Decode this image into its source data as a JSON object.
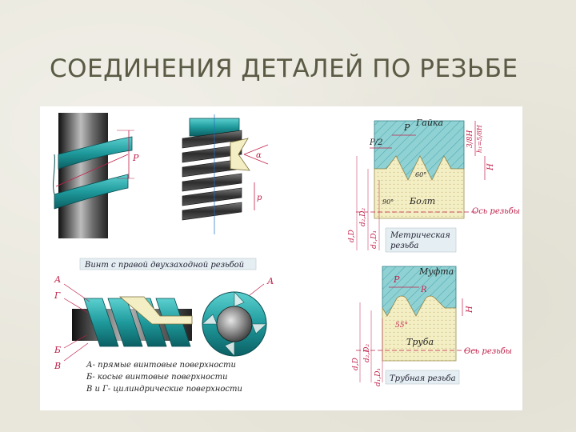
{
  "title": "СОЕДИНЕНИЯ ДЕТАЛЕЙ ПО РЕЗЬБЕ",
  "left": {
    "screw_caption": "Винт с правой двухзаходной резьбой",
    "label_P": "P",
    "label_p": "p",
    "label_alpha": "α",
    "label_A_left": "А",
    "label_G": "Г",
    "label_A_right": "А",
    "label_B": "Б",
    "label_V": "В",
    "legend": [
      "А- прямые винтовые поверхности",
      "Б- косые винтовые поверхности",
      "В и Г- цилиндрические поверхности"
    ]
  },
  "metric": {
    "nut_label": "Гайка",
    "bolt_label": "Болт",
    "axis_label": "Ось резьбы",
    "caption_line1": "Метрическая",
    "caption_line2": "резьба",
    "label_P": "P",
    "label_P2": "P/2",
    "label_38H": "3/8H",
    "label_h1": "h₁=5/8H",
    "label_H": "H",
    "label_60": "60°",
    "label_90": "90°",
    "label_dD": "d,D",
    "label_d2D2": "d₂,D₂",
    "label_d1D1": "d₁,D₁"
  },
  "pipe": {
    "coupling_label": "Муфта",
    "pipe_label": "Труба",
    "axis_label": "Ось резьбы",
    "caption": "Трубная резьба",
    "label_P": "P",
    "label_R": "R",
    "label_H": "H",
    "label_55": "55°",
    "label_dD": "d,D",
    "label_d2D2": "d₂,D₂",
    "label_d1D1": "d₁,D₁"
  },
  "colors": {
    "cyan": "#25a7a7",
    "dark_metal": "#3c3c3c",
    "nut_fill": "#90d2d4",
    "bolt_fill": "#f4eec4",
    "label_red": "#c0204a",
    "caption_box": "#e5eef2"
  }
}
